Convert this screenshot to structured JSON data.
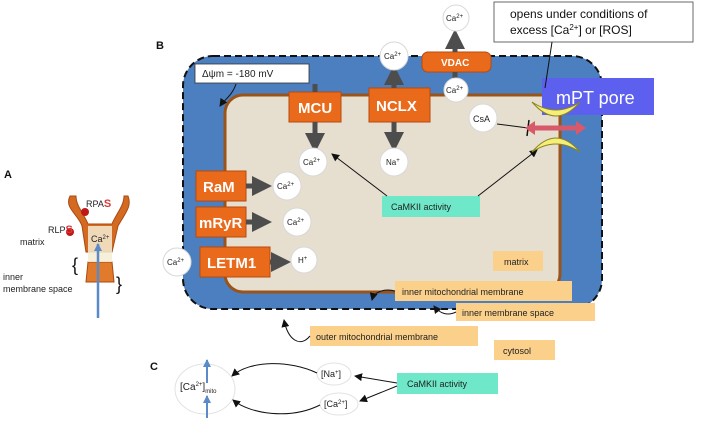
{
  "panel_a": {
    "letter": "A",
    "rpa": "RPA",
    "rlp": "RLP",
    "s_mark": "S",
    "ca_label": "Ca",
    "ca_sup": "2+",
    "matrix": "matrix",
    "ims_line1": "inner",
    "ims_line2": "membrane space"
  },
  "panel_b": {
    "letter": "B",
    "potential": "Δψm = -180 mV",
    "mcu": "MCU",
    "nclx": "NCLX",
    "ram": "RaM",
    "mryr": "mRyR",
    "letm1": "LETM1",
    "vdac": "VDAC",
    "ca": "Ca",
    "ca_sup": "2+",
    "na": "Na",
    "na_sup": "+",
    "h": "H",
    "h_sup": "+",
    "csa": "CsA",
    "camkii": "CaMKII activity",
    "mptp": "mPT pore",
    "callout_line1": "opens under conditions of",
    "callout_line2": "excess [Ca",
    "callout_line2_sup": "2+",
    "callout_line2_end": "] or [ROS]",
    "matrix": "matrix",
    "imm": "inner mitochondrial membrane",
    "ims": "inner membrane space",
    "omm": "outer mitochondrial membrane",
    "cytosol": "cytosol"
  },
  "panel_c": {
    "letter": "C",
    "ca_mito": "[Ca",
    "ca_mito_sup": "2+",
    "ca_mito_end": "]",
    "ca_mito_sub": "mito",
    "na": "[Na",
    "na_sup": "+",
    "na_end": "]",
    "ca": "[Ca",
    "ca_sup": "2+",
    "ca_end": "]",
    "camkii": "CaMKII activity"
  },
  "colors": {
    "outer_membrane_blue": "#4b7fc0",
    "matrix_beige": "#e6dfd0",
    "inner_membrane_brown": "#9a5318",
    "transporter_orange": "#ea6a1c",
    "camkii_teal": "#6fe8c9",
    "mptp_purple": "#5d60ee",
    "label_tan": "#fbd08a",
    "pore_yellow": "#f5ee78"
  }
}
